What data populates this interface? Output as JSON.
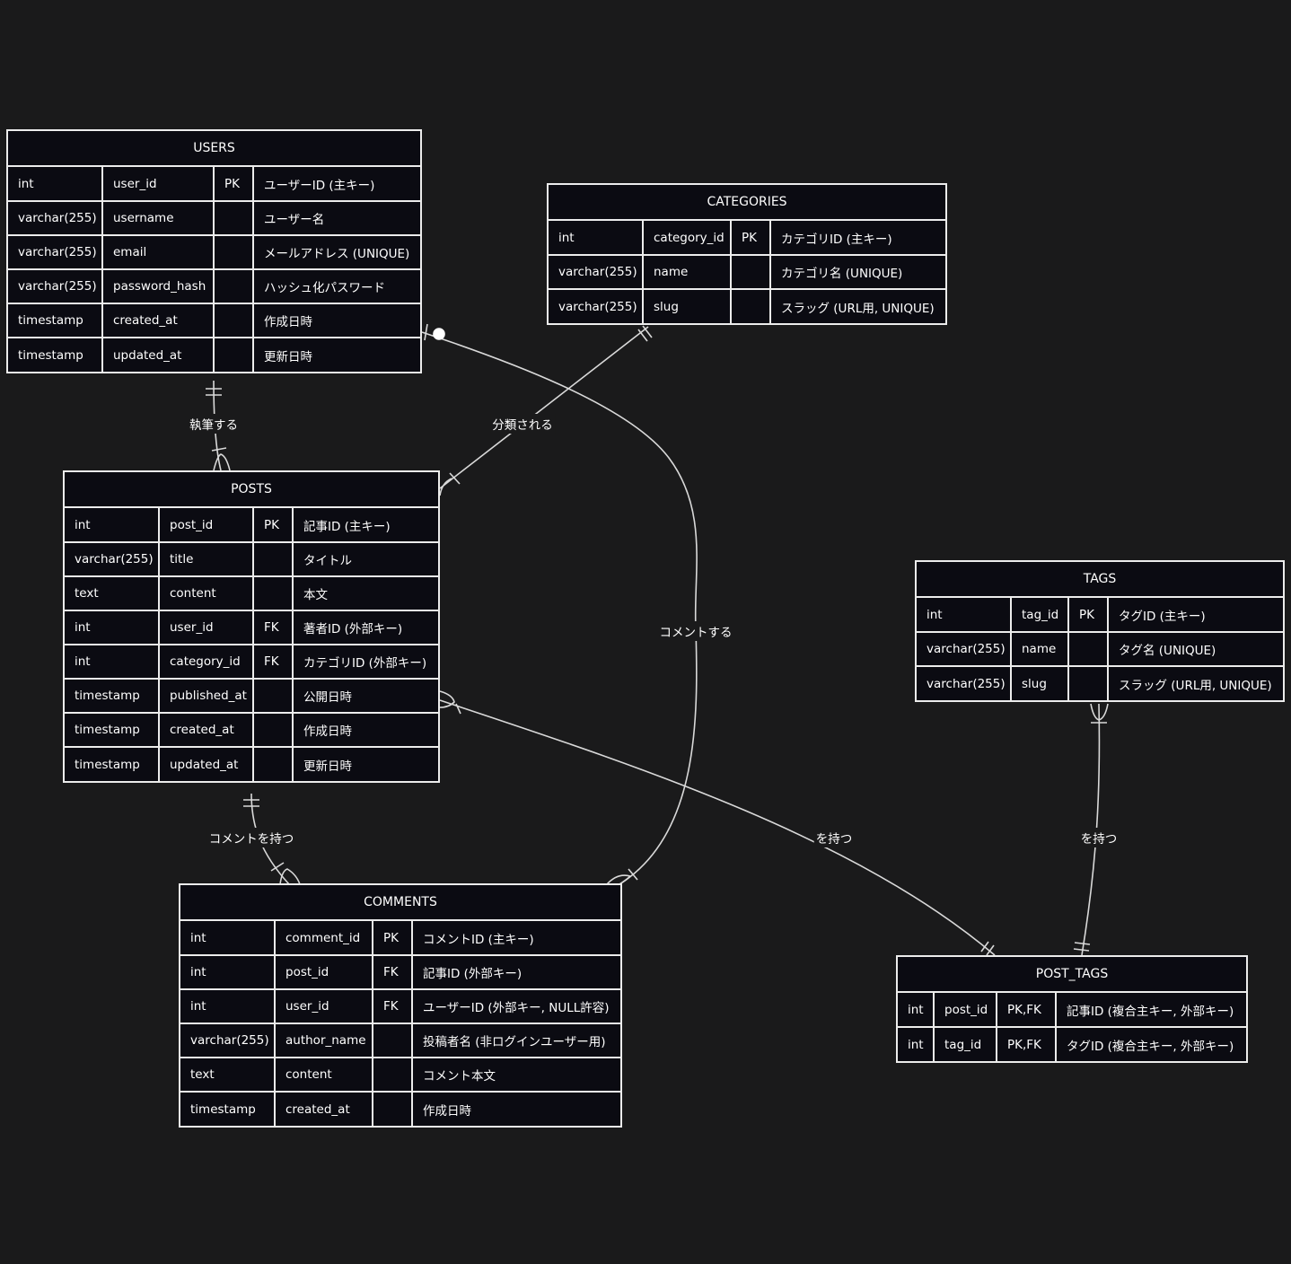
{
  "entities": {
    "users": {
      "name": "USERS",
      "rows": [
        [
          "int",
          "user_id",
          "PK",
          "ユーザーID (主キー)"
        ],
        [
          "varchar(255)",
          "username",
          "",
          "ユーザー名"
        ],
        [
          "varchar(255)",
          "email",
          "",
          "メールアドレス (UNIQUE)"
        ],
        [
          "varchar(255)",
          "password_hash",
          "",
          "ハッシュ化パスワード"
        ],
        [
          "timestamp",
          "created_at",
          "",
          "作成日時"
        ],
        [
          "timestamp",
          "updated_at",
          "",
          "更新日時"
        ]
      ]
    },
    "categories": {
      "name": "CATEGORIES",
      "rows": [
        [
          "int",
          "category_id",
          "PK",
          "カテゴリID (主キー)"
        ],
        [
          "varchar(255)",
          "name",
          "",
          "カテゴリ名 (UNIQUE)"
        ],
        [
          "varchar(255)",
          "slug",
          "",
          "スラッグ (URL用, UNIQUE)"
        ]
      ]
    },
    "posts": {
      "name": "POSTS",
      "rows": [
        [
          "int",
          "post_id",
          "PK",
          "記事ID (主キー)"
        ],
        [
          "varchar(255)",
          "title",
          "",
          "タイトル"
        ],
        [
          "text",
          "content",
          "",
          "本文"
        ],
        [
          "int",
          "user_id",
          "FK",
          "著者ID (外部キー)"
        ],
        [
          "int",
          "category_id",
          "FK",
          "カテゴリID (外部キー)"
        ],
        [
          "timestamp",
          "published_at",
          "",
          "公開日時"
        ],
        [
          "timestamp",
          "created_at",
          "",
          "作成日時"
        ],
        [
          "timestamp",
          "updated_at",
          "",
          "更新日時"
        ]
      ]
    },
    "tags": {
      "name": "TAGS",
      "rows": [
        [
          "int",
          "tag_id",
          "PK",
          "タグID (主キー)"
        ],
        [
          "varchar(255)",
          "name",
          "",
          "タグ名 (UNIQUE)"
        ],
        [
          "varchar(255)",
          "slug",
          "",
          "スラッグ (URL用, UNIQUE)"
        ]
      ]
    },
    "comments": {
      "name": "COMMENTS",
      "rows": [
        [
          "int",
          "comment_id",
          "PK",
          "コメントID (主キー)"
        ],
        [
          "int",
          "post_id",
          "FK",
          "記事ID (外部キー)"
        ],
        [
          "int",
          "user_id",
          "FK",
          "ユーザーID (外部キー, NULL許容)"
        ],
        [
          "varchar(255)",
          "author_name",
          "",
          "投稿者名 (非ログインユーザー用)"
        ],
        [
          "text",
          "content",
          "",
          "コメント本文"
        ],
        [
          "timestamp",
          "created_at",
          "",
          "作成日時"
        ]
      ]
    },
    "post_tags": {
      "name": "POST_TAGS",
      "rows": [
        [
          "int",
          "post_id",
          "PK,FK",
          "記事ID (複合主キー, 外部キー)"
        ],
        [
          "int",
          "tag_id",
          "PK,FK",
          "タグID (複合主キー, 外部キー)"
        ]
      ]
    }
  },
  "relationships": {
    "users_posts": "執筆する",
    "categories_posts": "分類される",
    "users_comments": "コメントする",
    "posts_comments": "コメントを持つ",
    "posts_post_tags": "を持つ",
    "tags_post_tags": "を持つ"
  },
  "colors": {
    "background": "#1a1a1b",
    "line": "#ececec",
    "table_fill": "#0b0b12"
  }
}
